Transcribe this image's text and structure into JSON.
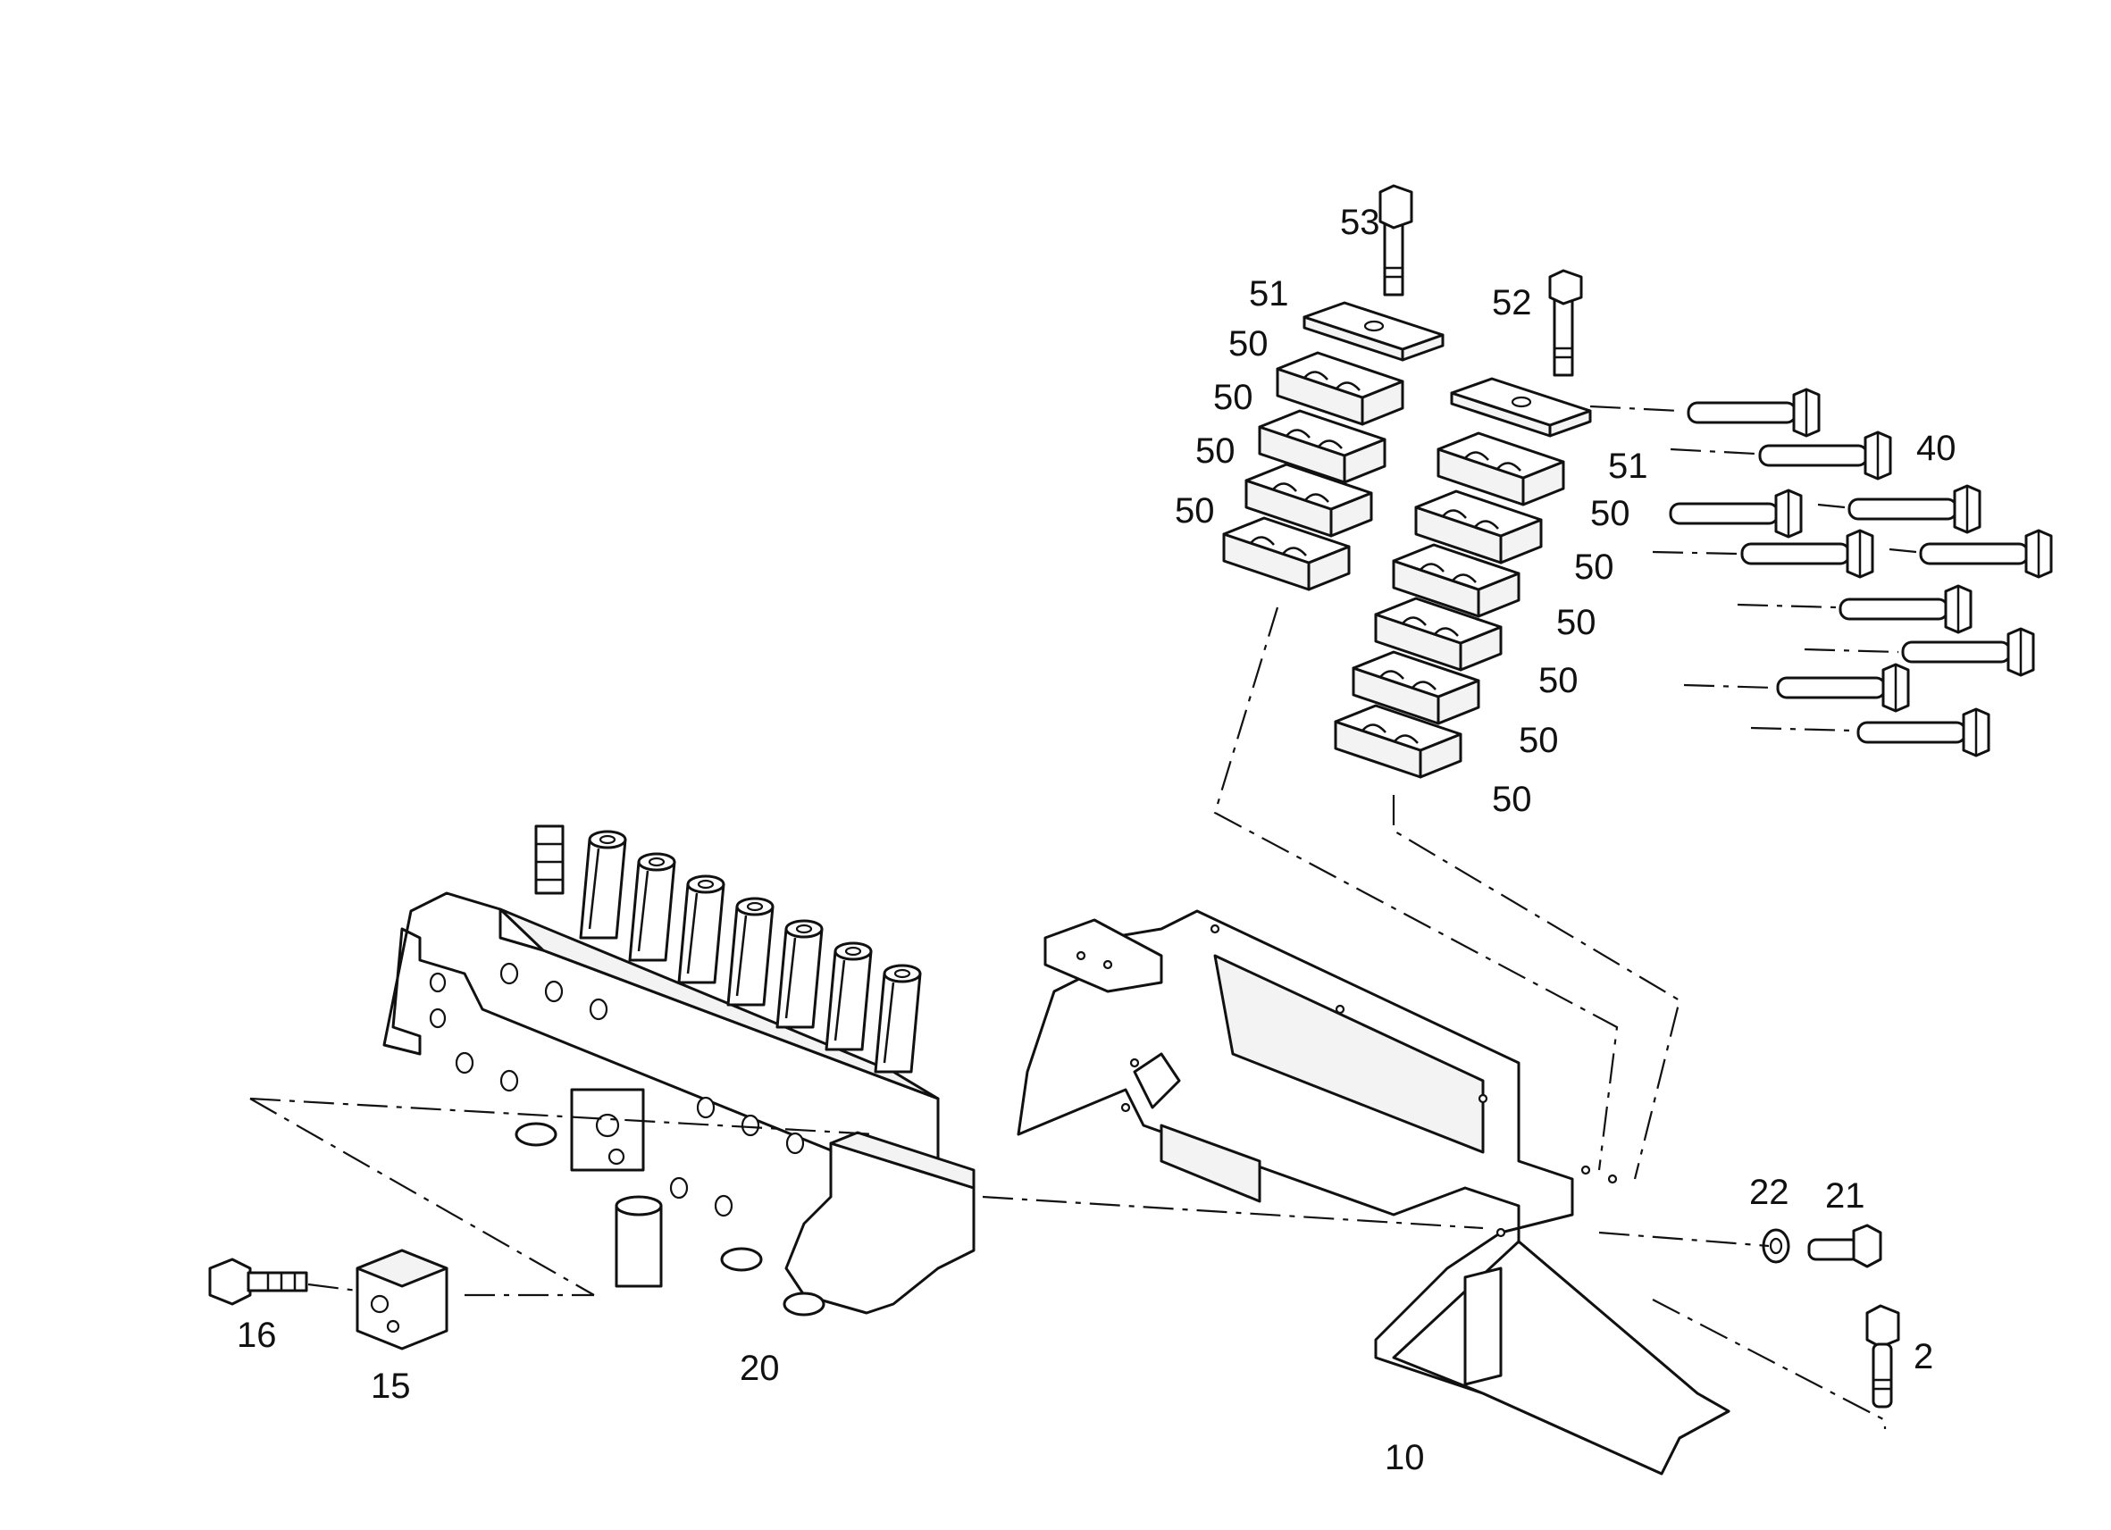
{
  "labels": {
    "p53": "53",
    "p52": "52",
    "p51a": "51",
    "p51b": "51",
    "p50": "50",
    "p40": "40",
    "p22": "22",
    "p21": "21",
    "p2": "2",
    "p16": "16",
    "p15": "15",
    "p20": "20",
    "p10": "10"
  },
  "colors": {
    "line": "#111111",
    "background": "#ffffff"
  }
}
